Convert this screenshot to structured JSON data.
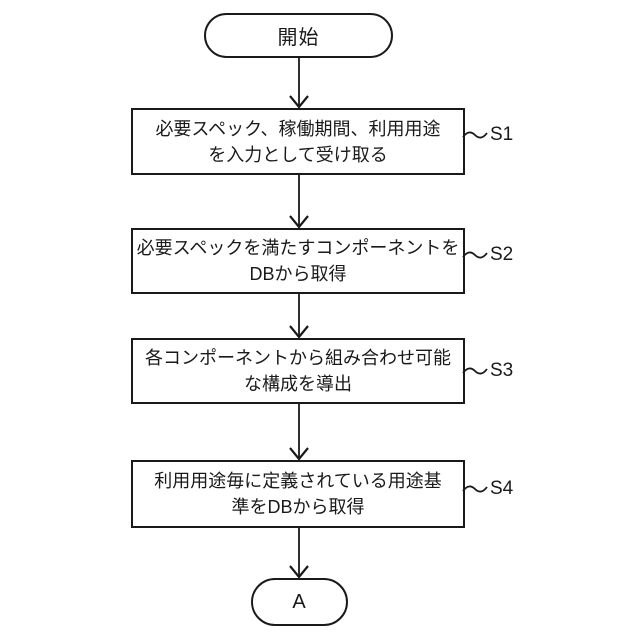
{
  "figure": {
    "background_color": "#ffffff",
    "ink_color": "#1a1a1a"
  },
  "flowchart": {
    "start": {
      "label": "開始"
    },
    "steps": [
      {
        "id": "S1",
        "lines": [
          "必要スペック、稼働期間、利用用途",
          "を入力として受け取る"
        ]
      },
      {
        "id": "S2",
        "lines": [
          "必要スペックを満たすコンポーネントを",
          "DBから取得"
        ]
      },
      {
        "id": "S3",
        "lines": [
          "各コンポーネントから組み合わせ可能",
          "な構成を導出"
        ]
      },
      {
        "id": "S4",
        "lines": [
          "利用用途毎に定義されている用途基",
          "準をDBから取得"
        ]
      }
    ],
    "end": {
      "label": "A"
    }
  }
}
